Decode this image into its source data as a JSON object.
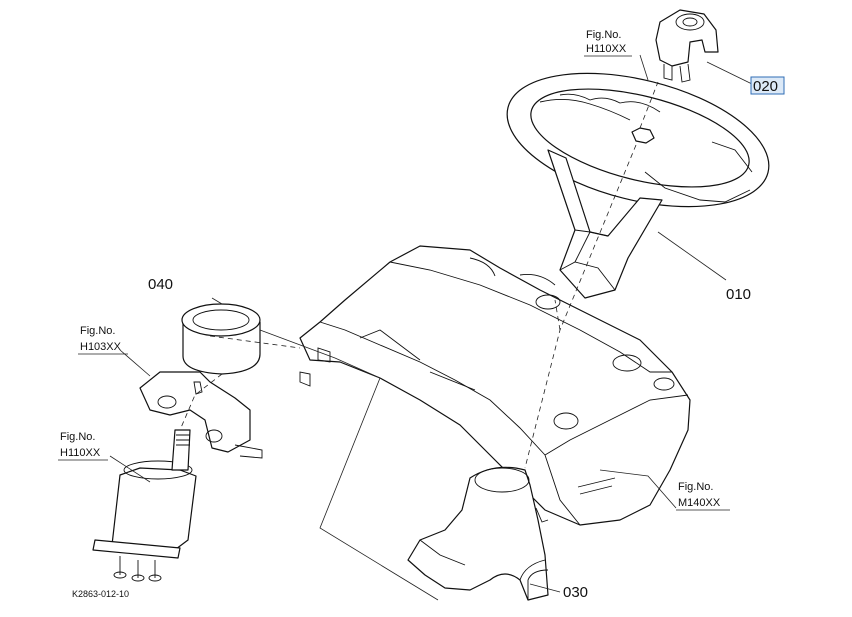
{
  "parts": {
    "p010": "010",
    "p020": "020",
    "p030": "030",
    "p040": "040"
  },
  "figure_refs": {
    "steering_wheel": {
      "label": "Fig.No.",
      "code": "H110XX"
    },
    "bracket": {
      "label": "Fig.No.",
      "code": "H103XX"
    },
    "column": {
      "label": "Fig.No.",
      "code": "H110XX"
    },
    "panel": {
      "label": "Fig.No.",
      "code": "M140XX"
    }
  },
  "drawing_code": "K2863-012-10",
  "highlight_color": "#dce9f7"
}
